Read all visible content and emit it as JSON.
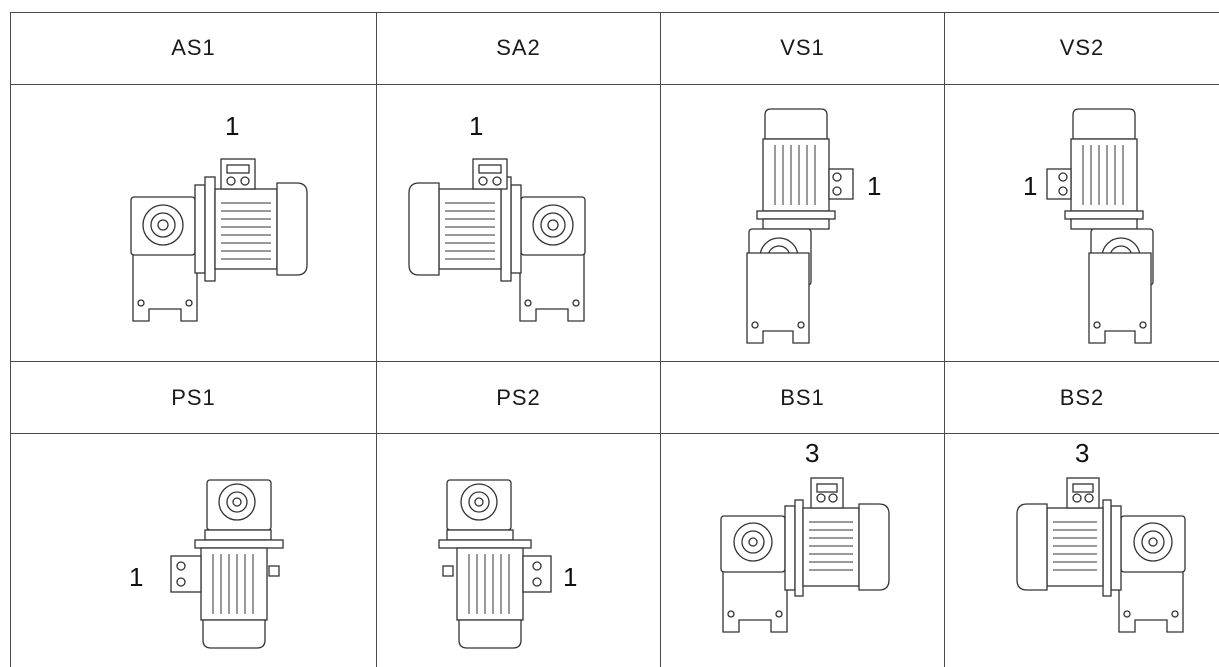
{
  "headers": {
    "row1": [
      "AS1",
      "SA2",
      "VS1",
      "VS2"
    ],
    "row2": [
      "PS1",
      "PS2",
      "BS1",
      "BS2"
    ]
  },
  "cells": [
    {
      "code": "AS1",
      "label": "1"
    },
    {
      "code": "SA2",
      "label": "1"
    },
    {
      "code": "VS1",
      "label": "1"
    },
    {
      "code": "VS2",
      "label": "1"
    },
    {
      "code": "PS1",
      "label": "1"
    },
    {
      "code": "PS2",
      "label": "1"
    },
    {
      "code": "BS1",
      "label": "3"
    },
    {
      "code": "BS2",
      "label": "3"
    }
  ]
}
